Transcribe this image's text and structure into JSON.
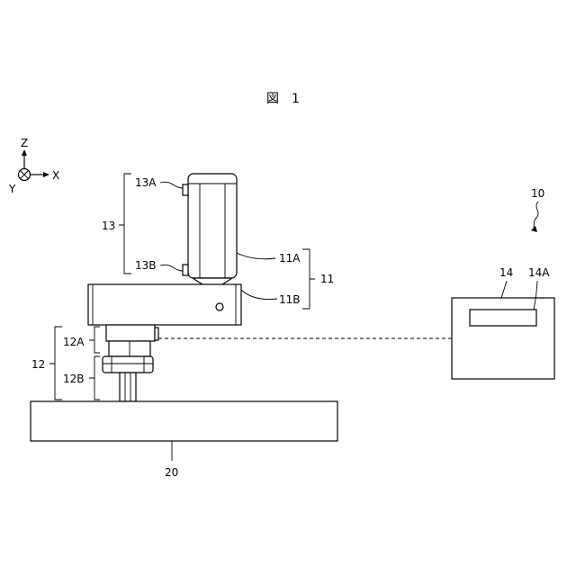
{
  "figure": {
    "title": "図　1"
  },
  "axes": {
    "z": "Z",
    "x": "X",
    "y": "Y"
  },
  "labels": {
    "system": "10",
    "head": "11",
    "head_upper": "11A",
    "head_lower": "11B",
    "tool": "12",
    "tool_upper": "12A",
    "tool_lower": "12B",
    "sensor": "13",
    "sensor_upper": "13A",
    "sensor_lower": "13B",
    "controller": "14",
    "display": "14A",
    "base": "20"
  }
}
